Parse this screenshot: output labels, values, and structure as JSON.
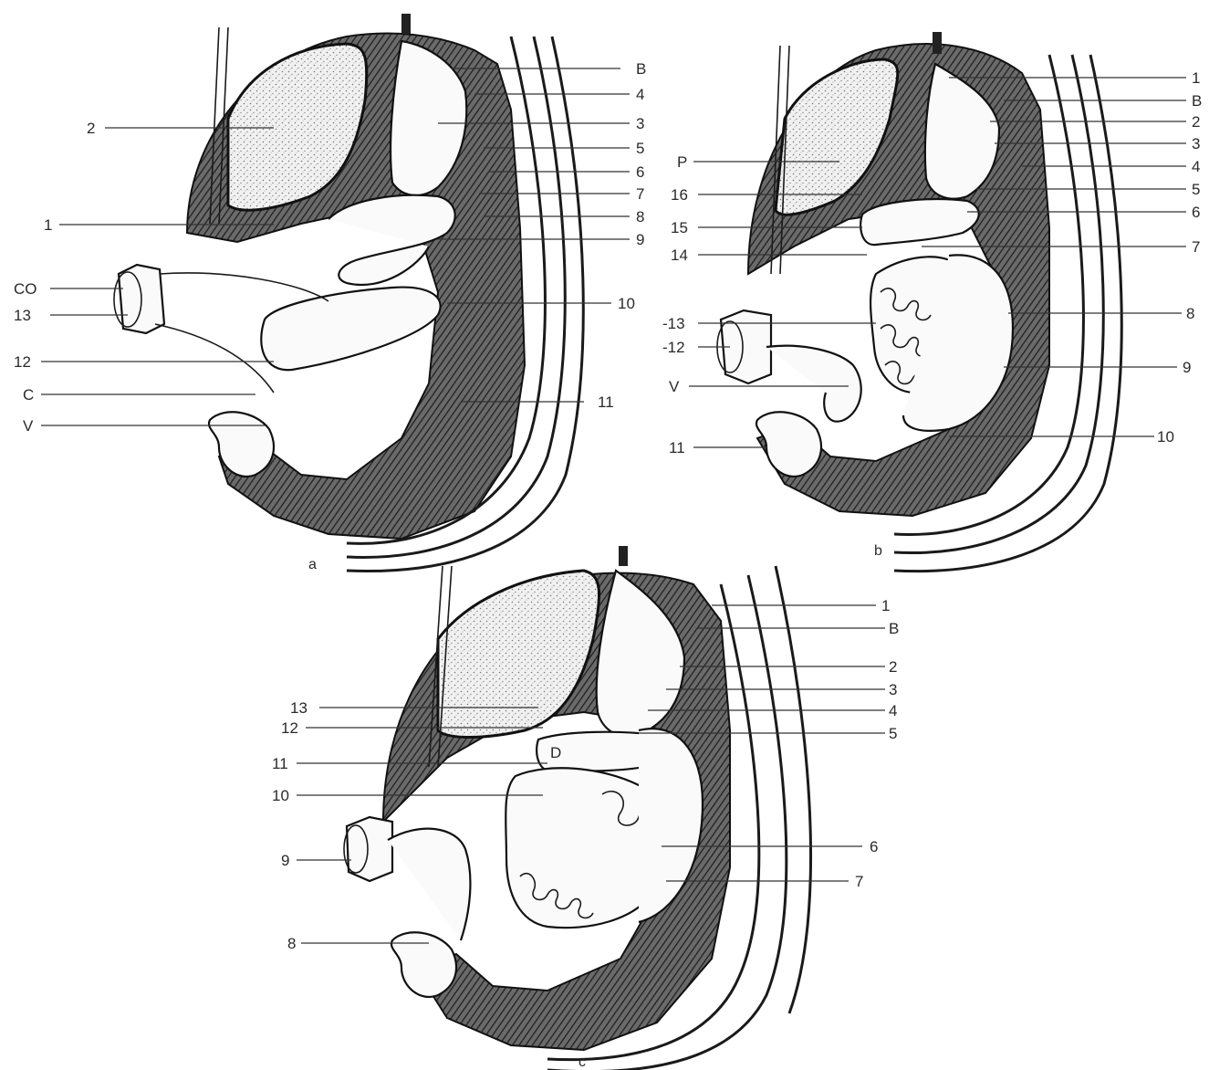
{
  "panels": [
    {
      "id": "a",
      "letter": "a",
      "right_labels": [
        "B",
        "4",
        "3",
        "5",
        "6",
        "7",
        "8",
        "9",
        "10",
        "11"
      ],
      "left_labels": [
        "2",
        "1",
        "CO",
        "13",
        "12",
        "C",
        "V"
      ]
    },
    {
      "id": "b",
      "letter": "b",
      "right_labels": [
        "1",
        "B",
        "2",
        "3",
        "4",
        "5",
        "6",
        "7",
        "8",
        "9",
        "10"
      ],
      "left_labels": [
        "P",
        "16",
        "15",
        "14",
        "-13",
        "-12",
        "V",
        "11"
      ]
    },
    {
      "id": "c",
      "letter": "c",
      "right_labels": [
        "1",
        "B",
        "2",
        "3",
        "4",
        "5",
        "6",
        "7"
      ],
      "left_labels": [
        "13",
        "12",
        "11",
        "10",
        "9",
        "8"
      ],
      "inner_labels": [
        "D"
      ]
    }
  ]
}
